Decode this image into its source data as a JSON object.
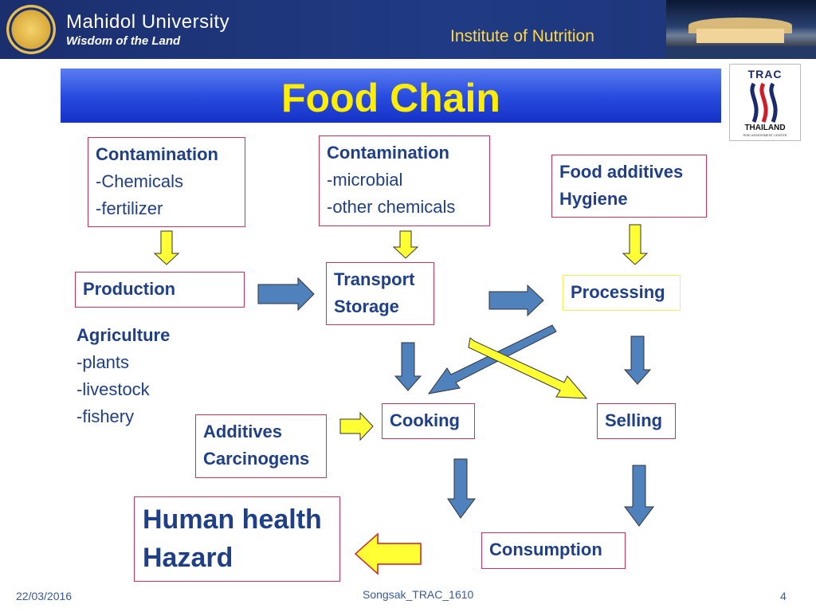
{
  "header": {
    "university": "Mahidol University",
    "tagline": "Wisdom of the Land",
    "institute": "Institute of Nutrition"
  },
  "slide": {
    "title": "Food Chain"
  },
  "trac_logo": {
    "name": "TRAC",
    "country": "THAILAND",
    "subtitle": "RISK ASSESSMENT CENTER"
  },
  "boxes": {
    "contam_chem": {
      "title": "Contamination",
      "line1": "-Chemicals",
      "line2": "-fertilizer"
    },
    "contam_micro": {
      "title": "Contamination",
      "line1": "-microbial",
      "line2": "-other chemicals"
    },
    "food_additives": {
      "line1": "Food additives",
      "line2": "Hygiene"
    },
    "production": {
      "label": "Production"
    },
    "transport": {
      "line1": "Transport",
      "line2": "Storage"
    },
    "processing": {
      "label": "Processing"
    },
    "cooking": {
      "label": "Cooking"
    },
    "selling": {
      "label": "Selling"
    },
    "additives": {
      "line1": "Additives",
      "line2": "Carcinogens"
    },
    "hazard": {
      "line1": "Human health",
      "line2": "Hazard"
    },
    "consumption": {
      "label": "Consumption"
    }
  },
  "agriculture": {
    "title": "Agriculture",
    "items": [
      "-plants",
      "-livestock",
      "-fishery"
    ]
  },
  "colors": {
    "blue_arrow": "#4f81bd",
    "yellow_arrow": "#ffff33",
    "box_border": "#cc3355",
    "title_text": "#ffee00"
  },
  "footer": {
    "date": "22/03/2016",
    "author": "Songsak_TRAC_1610",
    "page": "4"
  }
}
